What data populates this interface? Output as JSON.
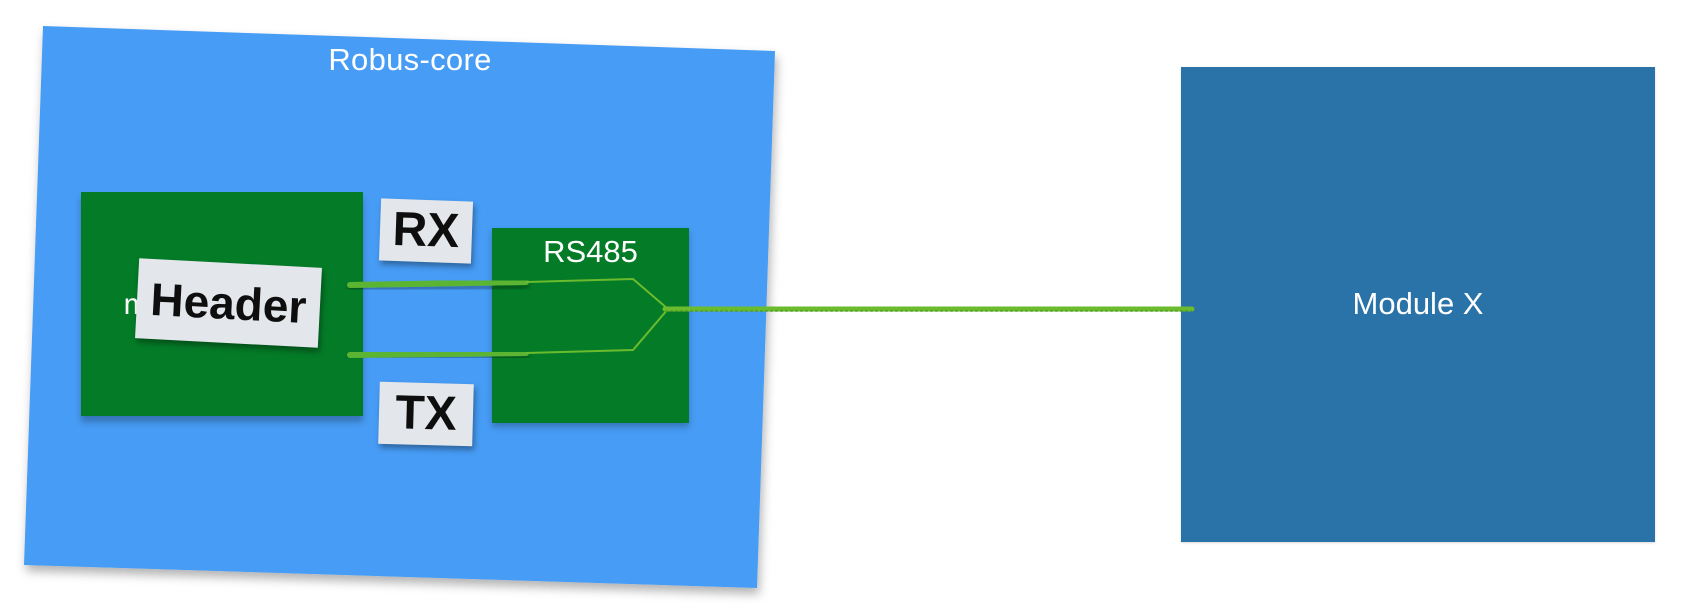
{
  "diagram": {
    "core": {
      "title": "Robus-core",
      "color": "#479cf5"
    },
    "mcu": {
      "label": "microcontroller",
      "color": "#047b27"
    },
    "header_tag": {
      "label": "Header"
    },
    "rx_tag": {
      "label": "RX"
    },
    "tx_tag": {
      "label": "TX"
    },
    "transceiver": {
      "label": "RS485",
      "color": "#047b27"
    },
    "module": {
      "label": "Module X",
      "color": "#2a73a8"
    },
    "wire_color": "#5cb531",
    "bus_color": "#6bbb2e"
  }
}
